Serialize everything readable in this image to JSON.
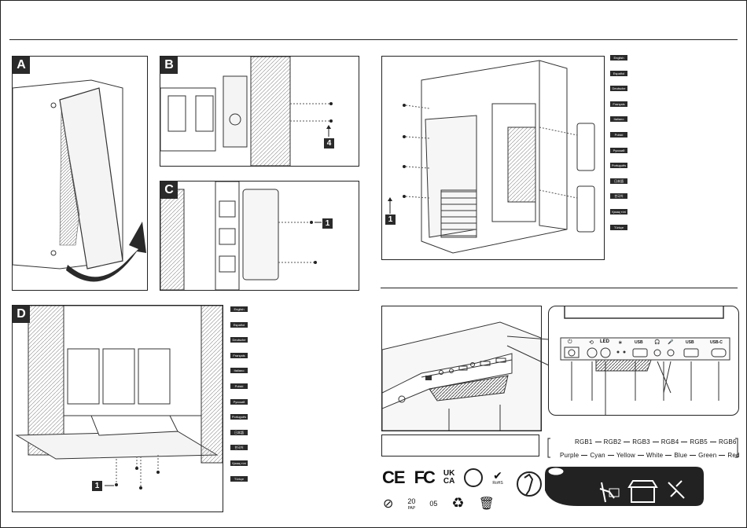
{
  "panels": {
    "a": {
      "label": "A"
    },
    "b": {
      "label": "B",
      "callout": "4"
    },
    "c": {
      "label": "C",
      "callout": "1"
    },
    "d": {
      "label": "D",
      "callout": "1"
    },
    "main": {
      "callout": "1"
    }
  },
  "languages": [
    "English",
    "Español",
    "Deutsche",
    "Français",
    "Italiano",
    "Polski",
    "Pусский",
    "Português",
    "日本語",
    "한국어",
    "Қазақ тілі",
    "Türkçe"
  ],
  "io_panel": {
    "port_labels": [
      "⏻",
      "⟲",
      "LED",
      "∗",
      "USB",
      "🎧",
      "🎤",
      "USB",
      "USB-C"
    ]
  },
  "rgb_modes": {
    "labels": [
      "RGB1",
      "RGB2",
      "RGB3",
      "RGB4",
      "RGB5",
      "RGB6"
    ],
    "colors": [
      "Purple",
      "Cyan",
      "Yellow",
      "White",
      "Blue",
      "Green",
      "Red"
    ]
  },
  "certifications": {
    "marks": [
      "CE",
      "FC",
      "UK",
      "CA"
    ],
    "rohs_label": "RoHS",
    "recycle_codes": [
      "20",
      "05"
    ],
    "pap_label": "PAP"
  },
  "colors": {
    "ink": "#222222",
    "label_bg": "#2a2a2a"
  }
}
